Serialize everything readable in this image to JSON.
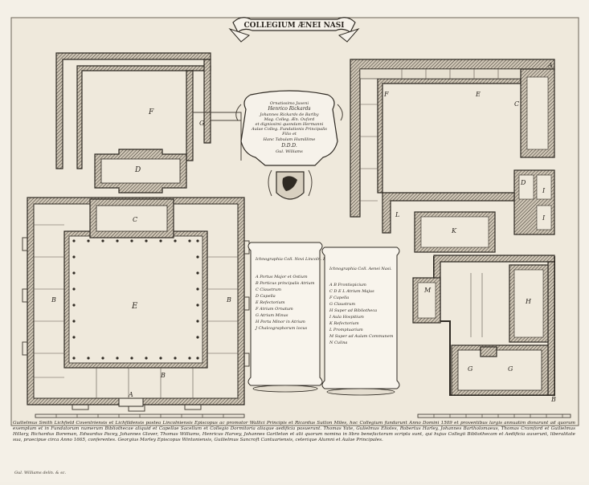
{
  "plate": {
    "banner_title": "COLLEGIUM ÆNEI NASI",
    "cartouche_lines": [
      "Ornatissimo Juveni",
      "Henrico Rickards",
      "Johannes Rickards de Barlby",
      "Mag. Colleg. Æn. Oxford",
      "et dignissimi quondam Hermanni",
      "Aulae Colleg. Fundationis Principalis",
      "Filio et",
      "Hanc Tabulam Humillime",
      "D.D.D.",
      "Gul. Williams"
    ],
    "artist_credit": "Gul. Williams delin. & sc.",
    "footnote": "Guilielmus Smith Lichfield Coventriensis et Lichfildensis postea Lincolniensis Episcopus ac promotor Wallici Principis et Ricardus Sutton Miles, hoc Collegium fundarunt Anno Domini 1509 et proventibus largis annuatim donarunt ad quorum exemplum et in Fundatorum numerum Bibliothecae aliquid et Capellae Sacellum et Collegio Dormitoria aliaque aedificia posuerunt. Thomas Yate, Gulielmus Eliotes, Robertus Harley, Johannes Bartholomaeus, Thomas Cramford et Guilielmus Hillary, Richardus Boreman, Edwardus Pacey, Johannes Glover, Thomas Williams, Henricus Harvey, Johannes Gartleton et alii quorum nomina in libro benefactorum scripta sunt, qui hujus Collegii Bibliothecam et Aedificia auxerunt, liberalitate sua, praecipue circa Anno 1665, conferentes. Georgius Morley Episcopus Wintoniensis, Guilielmus Sancroft Cantuariensis, ceterique Alumni et Aulae Principales."
  },
  "labels": {
    "F": "F",
    "G": "G",
    "D": "D",
    "C": "C",
    "E": "E",
    "B1": "B",
    "B2": "B",
    "B3": "B",
    "A_left": "A",
    "A_top": "A",
    "C_right": "C",
    "E_right": "E",
    "F_right": "F",
    "L": "L",
    "K": "K",
    "D_right": "D",
    "I1": "I",
    "I2": "I",
    "H": "H",
    "M": "M",
    "G_bottom1": "G",
    "G_bottom2": "G",
    "B_right": "B"
  },
  "legend_left": {
    "heading": "Ichnographia Coll. Novi Lincoln. Dar. restituendi.",
    "items": [
      "A Portus Major et Ostium",
      "B Porticus principalis Atrium",
      "C Claustrum",
      "D Capella",
      "E Refectorium",
      "F Atrium Ornatum",
      "G Atrium Minus",
      "H Porta Minor in Atrium",
      "J Chalcographorum locus"
    ]
  },
  "legend_right": {
    "heading": "Ichnographia Coll. Aenei Nasi.",
    "items": [
      "A B Frontispicium",
      "C D E L Atrium Majus",
      "F Capella",
      "G Claustrum",
      "H Super ad Bibliotheca",
      "I Aula Hospitium",
      "K Refectorium",
      "L Promptuarium",
      "M Super ad Aulam Communem",
      "N Culina"
    ]
  },
  "scale_bars": {
    "left_label": "",
    "right_label": ""
  }
}
